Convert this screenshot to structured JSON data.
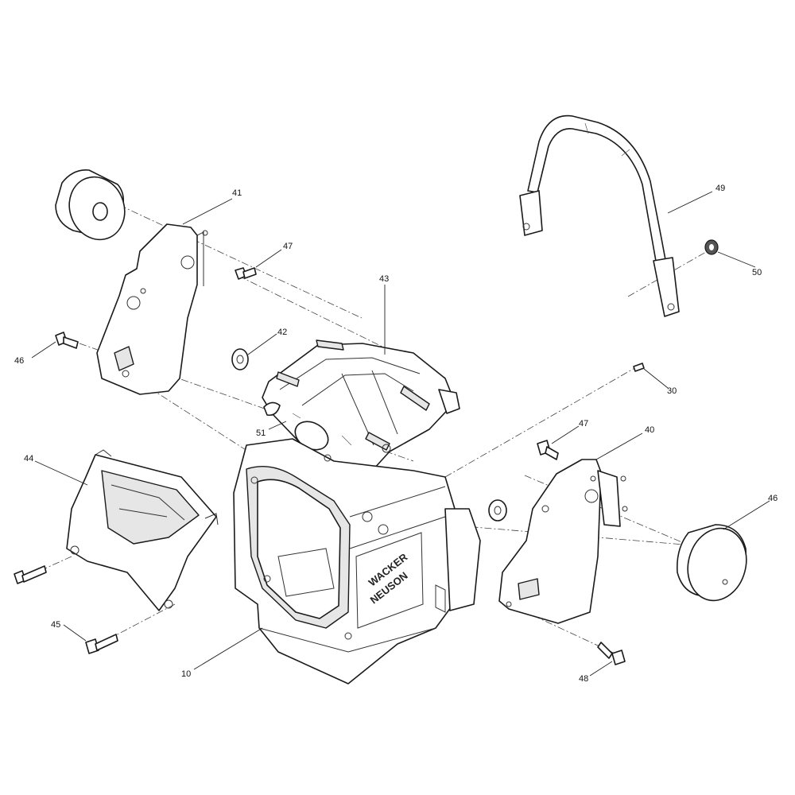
{
  "diagram": {
    "callouts": {
      "c41": "41",
      "c47a": "47",
      "c46a": "46",
      "c42": "42",
      "c43": "43",
      "c49": "49",
      "c50": "50",
      "c30": "30",
      "c51": "51",
      "c47b": "47",
      "c40": "40",
      "c44": "44",
      "c46b": "46",
      "c45": "45",
      "c10": "10",
      "c48": "48"
    },
    "brand_line1": "WACKER",
    "brand_line2": "NEUSON"
  }
}
